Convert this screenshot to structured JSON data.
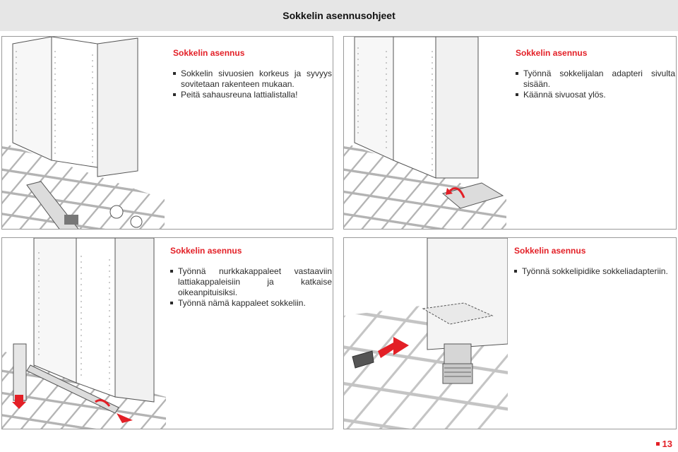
{
  "header": {
    "title": "Sokkelin asennusohjeet"
  },
  "panels": [
    {
      "title": "Sokkelin asennus",
      "items": [
        "Sokkelin sivuosien korkeus ja syvyys sovitetaan rakenteen mukaan.",
        "Peitä sahausreuna lattialistalla!"
      ]
    },
    {
      "title": "Sokkelin asennus",
      "items": [
        "Työnnä sokkelijalan adapteri sivulta sisään.",
        "Käännä sivuosat ylös."
      ]
    },
    {
      "title": "Sokkelin asennus",
      "items": [
        "Työnnä nurkkakappaleet vastaaviin lattiakappaleisiin ja katkaise oikeanpituisiksi.",
        "Työnnä nämä kappaleet sokkeliin."
      ]
    },
    {
      "title": "Sokkelin asennus",
      "items": [
        "Työnnä sokkelipidike sokkeliadapteriin."
      ]
    }
  ],
  "footer": {
    "page_number": "13"
  },
  "colors": {
    "accent": "#e31f26",
    "header_bg": "#e6e6e6",
    "border": "#9a9a9a"
  },
  "icons": [
    "bullet-square-icon",
    "red-arrow-icon",
    "curved-arrow-icon"
  ]
}
